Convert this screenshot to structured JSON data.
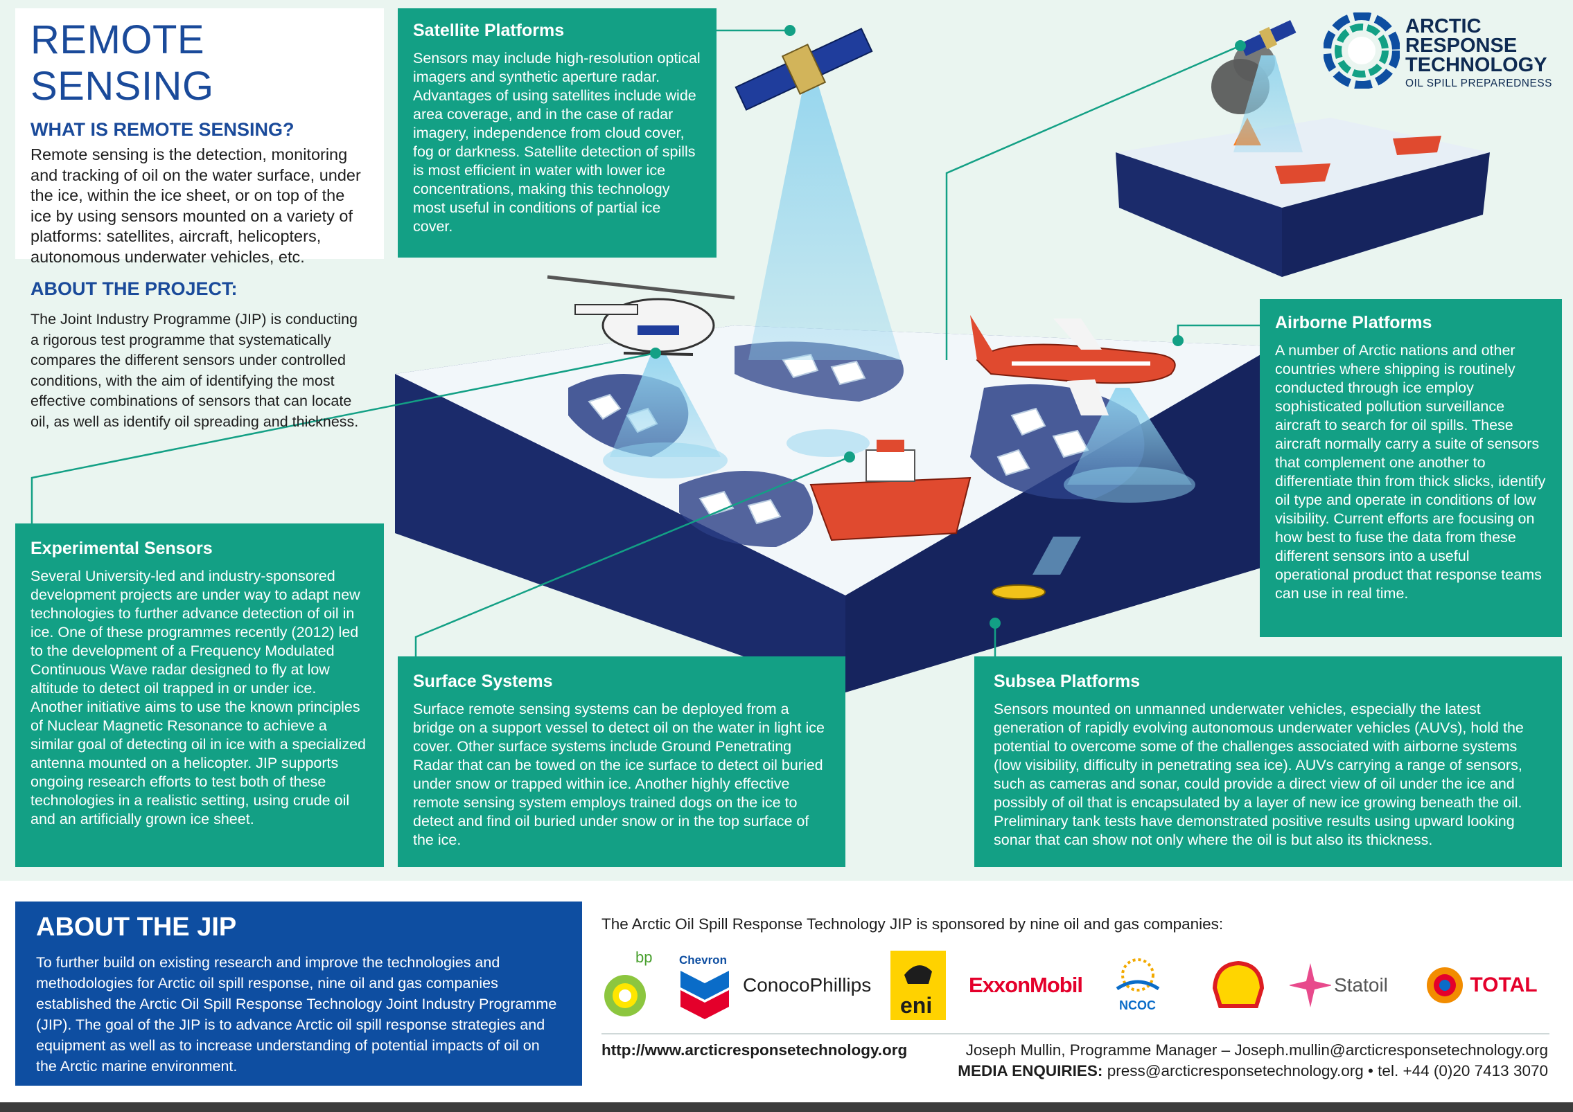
{
  "brand": {
    "line1": "ARCTIC",
    "line2": "RESPONSE",
    "line3": "TECHNOLOGY",
    "tagline": "OIL SPILL PREPAREDNESS"
  },
  "intro": {
    "title": "REMOTE SENSING",
    "subtitle": "WHAT IS REMOTE SENSING?",
    "body": "Remote sensing is the detection, monitoring and tracking of oil on the water surface, under the ice, within the ice sheet, or on top of the ice by using sensors mounted on a variety of platforms: satellites, aircraft, helicopters, autonomous underwater vehicles, etc."
  },
  "about_project": {
    "heading": "ABOUT THE PROJECT:",
    "body": "The Joint Industry Programme (JIP) is conducting a rigorous test programme that systematically compares the different sensors under controlled conditions, with the aim of identifying the most effective combinations of sensors that can locate oil, as well as identify oil spreading and thickness."
  },
  "satellite": {
    "heading": "Satellite Platforms",
    "body": "Sensors may include high-resolution optical imagers and synthetic aperture radar. Advantages of using satellites include wide area coverage, and in the case of radar imagery, independence from cloud cover, fog or darkness. Satellite detection of spills is most efficient in water with lower ice concentrations, making this technology most useful in conditions of partial ice cover."
  },
  "experimental": {
    "heading": "Experimental Sensors",
    "body": "Several University-led and industry-sponsored development projects are under way to adapt new technologies to further advance detection of oil in ice. One of these programmes recently (2012) led to the development of a Frequency Modulated Continuous Wave radar designed to fly at low altitude to detect oil trapped in or under ice. Another initiative aims to use the known principles of Nuclear Magnetic Resonance to achieve a similar goal of detecting oil in ice with a specialized antenna mounted on a helicopter. JIP supports ongoing research efforts to test both of these technologies in a realistic setting, using crude oil and an artificially grown ice sheet."
  },
  "surface": {
    "heading": "Surface Systems",
    "body": "Surface remote sensing systems can be deployed from a bridge on a support vessel to detect oil on the water in light ice cover. Other surface systems include Ground Penetrating Radar that can be towed on the ice surface to detect oil buried under snow or trapped within ice. Another highly effective remote sensing system employs trained dogs on the ice to detect and find oil buried under snow or in the top surface of the ice."
  },
  "airborne": {
    "heading": "Airborne Platforms",
    "body": "A number of Arctic nations and other countries where shipping is routinely conducted through ice employ sophisticated pollution surveillance aircraft to search for oil spills. These aircraft normally carry a suite of sensors that complement one another to differentiate thin from thick slicks, identify oil type and operate in conditions of low visibility. Current efforts are focusing on how best to fuse the data from these different sensors into a useful operational product that response teams can use in real time."
  },
  "subsea": {
    "heading": "Subsea Platforms",
    "body": "Sensors mounted on unmanned underwater vehicles, especially the latest generation of rapidly evolving autonomous underwater vehicles (AUVs), hold the potential to overcome some of the challenges associated with airborne systems (low visibility, difficulty in penetrating sea ice). AUVs carrying a range of sensors, such as cameras and sonar, could provide a direct view of oil under the ice and possibly of oil that is encapsulated by a layer of new ice growing beneath the oil. Preliminary tank tests have demonstrated positive results using upward looking sonar that can show not only where the oil is but also its thickness."
  },
  "about_jip": {
    "heading": "ABOUT THE JIP",
    "body": "To further build on existing research and improve the technologies and methodologies for Arctic oil spill response, nine oil and gas companies established the Arctic Oil Spill Response Technology Joint Industry Programme (JIP). The goal of the JIP is to advance Arctic oil spill response strategies and equipment as well as to increase understanding of potential impacts of oil on the Arctic marine environment."
  },
  "sponsors": {
    "title": "The Arctic Oil Spill Response Technology JIP is sponsored by nine oil and gas companies:",
    "logos": [
      "bp",
      "Chevron",
      "ConocoPhillips",
      "eni",
      "ExxonMobil",
      "NCOC",
      "Shell",
      "Statoil",
      "TOTAL"
    ]
  },
  "contact": {
    "website": "http://www.arcticresponsetechnology.org",
    "manager": "Joseph Mullin, Programme Manager – Joseph.mullin@arcticresponsetechnology.org",
    "media_label": "MEDIA ENQUIRIES:",
    "media": "press@arcticresponsetechnology.org • tel. +44 (0)20 7413 3070"
  },
  "colors": {
    "teal": "#13a085",
    "navy": "#0e4ea1",
    "title_blue": "#1a4a9a",
    "background": "#eaf5f0"
  }
}
